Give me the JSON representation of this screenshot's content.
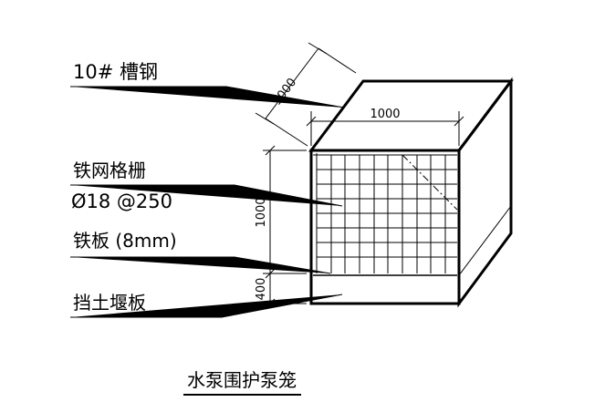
{
  "labels": {
    "channel_steel": "10# 槽钢",
    "mesh_grille": "铁网格栅",
    "rebar_spec": "Ø18 @250",
    "steel_plate": "铁板 (8mm)",
    "retaining_board": "挡土堰板"
  },
  "dimensions": {
    "depth": "1000",
    "width": "1000",
    "height": "1000",
    "base_height": "400"
  },
  "title": "水泵围护泵笼"
}
